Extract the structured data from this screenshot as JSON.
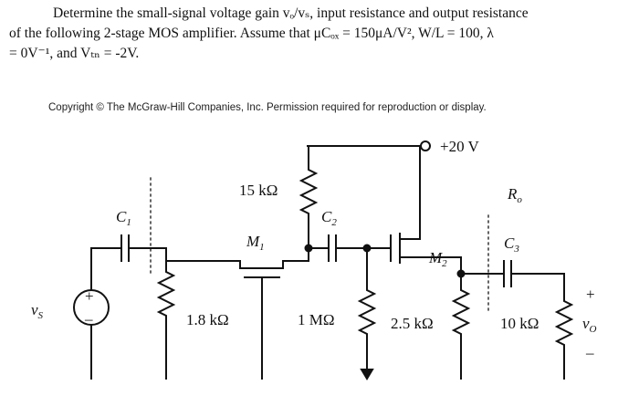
{
  "problem": {
    "line1": "Determine the small-signal voltage gain vₒ/vₛ, input resistance and output resistance",
    "line2": "of the following 2-stage MOS amplifier.   Assume that μCₒₓ = 150μA/V², W/L = 100, λ",
    "line3": "= 0V⁻¹, and Vₜₙ = -2V."
  },
  "copyright": "Copyright © The McGraw-Hill Companies, Inc. Permission required for reproduction or display.",
  "circuit": {
    "supply": "+20 V",
    "r_drain1": "15 kΩ",
    "r_bias": "1.8 kΩ",
    "r_gate2": "1 MΩ",
    "r_source2": "2.5 kΩ",
    "r_load": "10 kΩ",
    "c1": "C",
    "c1_sub": "1",
    "c2": "C",
    "c2_sub": "2",
    "c3": "C",
    "c3_sub": "3",
    "m1": "M",
    "m1_sub": "1",
    "m2": "M",
    "m2_sub": "2",
    "ro": "R",
    "ro_sub": "o",
    "vs": "v",
    "vs_sub": "S",
    "vo": "v",
    "vo_sub": "O",
    "plus": "+",
    "minus": "–",
    "src_plus": "+",
    "src_minus": "–"
  }
}
